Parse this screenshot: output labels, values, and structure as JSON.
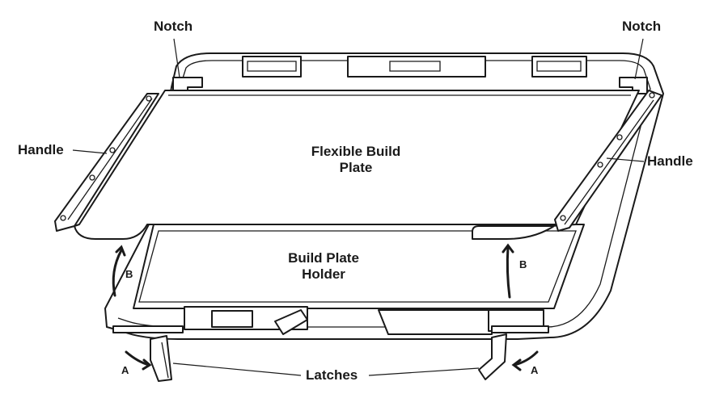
{
  "labels": {
    "notch_left": "Notch",
    "notch_right": "Notch",
    "handle_left": "Handle",
    "handle_right": "Handle",
    "flexible_plate_line1": "Flexible Build",
    "flexible_plate_line2": "Plate",
    "holder_line1": "Build Plate",
    "holder_line2": "Holder",
    "latches": "Latches",
    "arrow_a_left": "A",
    "arrow_a_right": "A",
    "arrow_b_left": "B",
    "arrow_b_right": "B"
  },
  "colors": {
    "stroke": "#1a1a1a",
    "fill": "#ffffff"
  }
}
